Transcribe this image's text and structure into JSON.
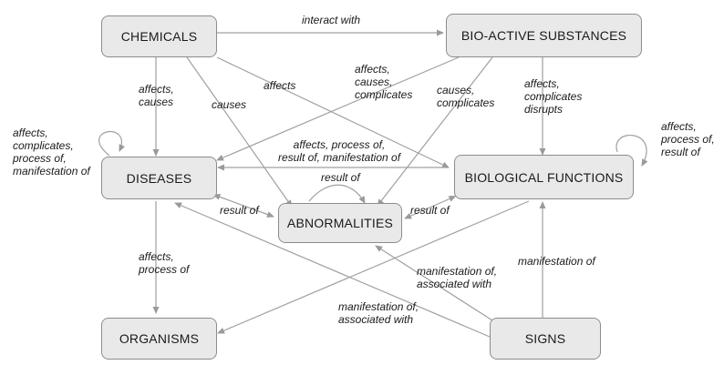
{
  "nodes": {
    "chemicals": "CHEMICALS",
    "bioactive": "BIO-ACTIVE SUBSTANCES",
    "diseases": "DISEASES",
    "biofunc": "BIOLOGICAL FUNCTIONS",
    "abnormalities": "ABNORMALITIES",
    "organisms": "ORGANISMS",
    "signs": "SIGNS"
  },
  "edges": {
    "chem_bio": "interact with",
    "chem_dis": "affects,\ncauses",
    "chem_abn": "causes",
    "chem_func": "affects",
    "bio_dis": "affects,\ncauses,\ncomplicates",
    "bio_abn": "causes,\ncomplicates",
    "bio_func": "affects,\ncomplicates\ndisrupts",
    "dis_self": "affects,\ncomplicates,\nprocess of,\nmanifestation of",
    "func_self": "affects,\nprocess of,\nresult of",
    "dis_func": "affects, process of,\nresult of, manifestation of",
    "abn_self": "result of",
    "dis_abn": "result of",
    "func_abn": "result of",
    "dis_org": "affects,\nprocess of",
    "signs_abn": "manifestation of,\nassociated with",
    "signs_dis": "manifestation of,\nassociated with",
    "signs_func": "manifestation of"
  }
}
